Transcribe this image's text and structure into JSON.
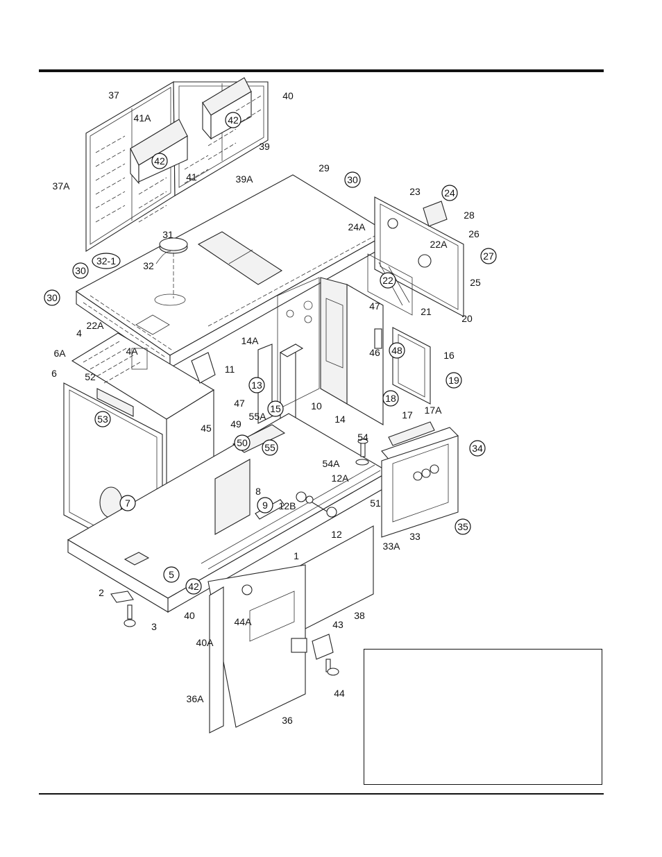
{
  "labels": [
    {
      "text": "37",
      "circled": false
    },
    {
      "text": "40",
      "circled": false
    },
    {
      "text": "41A",
      "circled": false
    },
    {
      "text": "42",
      "circled": true
    },
    {
      "text": "42",
      "circled": true
    },
    {
      "text": "39",
      "circled": false
    },
    {
      "text": "41",
      "circled": false
    },
    {
      "text": "39A",
      "circled": false
    },
    {
      "text": "37A",
      "circled": false
    },
    {
      "text": "29",
      "circled": false
    },
    {
      "text": "30",
      "circled": true
    },
    {
      "text": "23",
      "circled": false
    },
    {
      "text": "24",
      "circled": true
    },
    {
      "text": "24A",
      "circled": false
    },
    {
      "text": "28",
      "circled": false
    },
    {
      "text": "26",
      "circled": false
    },
    {
      "text": "27",
      "circled": true
    },
    {
      "text": "25",
      "circled": false
    },
    {
      "text": "22A",
      "circled": false
    },
    {
      "text": "22",
      "circled": true
    },
    {
      "text": "21",
      "circled": false
    },
    {
      "text": "20",
      "circled": false
    },
    {
      "text": "31",
      "circled": false
    },
    {
      "text": "32-1",
      "circled": true
    },
    {
      "text": "32",
      "circled": false
    },
    {
      "text": "30",
      "circled": true
    },
    {
      "text": "30",
      "circled": true
    },
    {
      "text": "22A",
      "circled": false
    },
    {
      "text": "4",
      "circled": false
    },
    {
      "text": "4A",
      "circled": false
    },
    {
      "text": "6A",
      "circled": false
    },
    {
      "text": "6",
      "circled": false
    },
    {
      "text": "52",
      "circled": false
    },
    {
      "text": "53",
      "circled": true
    },
    {
      "text": "11",
      "circled": false
    },
    {
      "text": "14A",
      "circled": false
    },
    {
      "text": "47",
      "circled": false
    },
    {
      "text": "46",
      "circled": false
    },
    {
      "text": "48",
      "circled": true
    },
    {
      "text": "16",
      "circled": false
    },
    {
      "text": "13",
      "circled": true
    },
    {
      "text": "19",
      "circled": true
    },
    {
      "text": "15",
      "circled": true
    },
    {
      "text": "10",
      "circled": false
    },
    {
      "text": "18",
      "circled": true
    },
    {
      "text": "17",
      "circled": false
    },
    {
      "text": "17A",
      "circled": false
    },
    {
      "text": "47",
      "circled": false
    },
    {
      "text": "49",
      "circled": false
    },
    {
      "text": "55A",
      "circled": false
    },
    {
      "text": "45",
      "circled": false
    },
    {
      "text": "50",
      "circled": true
    },
    {
      "text": "55",
      "circled": true
    },
    {
      "text": "14",
      "circled": false
    },
    {
      "text": "54",
      "circled": false
    },
    {
      "text": "34",
      "circled": true
    },
    {
      "text": "54A",
      "circled": false
    },
    {
      "text": "12A",
      "circled": false
    },
    {
      "text": "8",
      "circled": false
    },
    {
      "text": "7",
      "circled": true
    },
    {
      "text": "9",
      "circled": true
    },
    {
      "text": "12B",
      "circled": false
    },
    {
      "text": "12",
      "circled": false
    },
    {
      "text": "51",
      "circled": false
    },
    {
      "text": "33",
      "circled": false
    },
    {
      "text": "35",
      "circled": true
    },
    {
      "text": "33A",
      "circled": false
    },
    {
      "text": "1",
      "circled": false
    },
    {
      "text": "5",
      "circled": true
    },
    {
      "text": "42",
      "circled": true
    },
    {
      "text": "2",
      "circled": false
    },
    {
      "text": "44A",
      "circled": false
    },
    {
      "text": "38",
      "circled": false
    },
    {
      "text": "40",
      "circled": false
    },
    {
      "text": "3",
      "circled": false
    },
    {
      "text": "43",
      "circled": false
    },
    {
      "text": "40A",
      "circled": false
    },
    {
      "text": "44",
      "circled": false
    },
    {
      "text": "36A",
      "circled": false
    },
    {
      "text": "36",
      "circled": false
    }
  ]
}
